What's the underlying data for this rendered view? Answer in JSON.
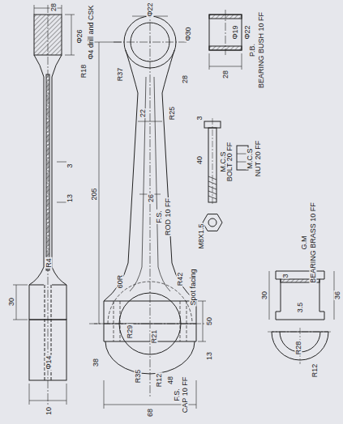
{
  "diagram": {
    "labels": [
      "Φ4 drill and CSK",
      "28",
      "Φ26",
      "R18",
      "3",
      "13",
      "30",
      "R4",
      "Φ14",
      "10",
      "Φ22",
      "Φ30",
      "R37",
      "28",
      "22",
      "R25",
      "205",
      "26",
      "R42",
      "60R",
      "Spot facing",
      "50",
      "13",
      "R29",
      "R21",
      "38",
      "R35",
      "R12",
      "48",
      "68",
      "CAP 10 FF",
      "F.S.",
      "ROD 10 FF",
      "F.S.",
      "Φ19",
      "Φ22",
      "28",
      "BEARING BUSH 10 FF",
      "P.B.",
      "3",
      "40",
      "BOLT 20 FF",
      "M.C.S",
      "M8X1.5",
      "NUT 20 FF",
      "M.C.S",
      "BEARING BRASS 10 FF",
      "G.M",
      "30",
      "3",
      "3.5",
      "36",
      "R28",
      "R12"
    ]
  }
}
